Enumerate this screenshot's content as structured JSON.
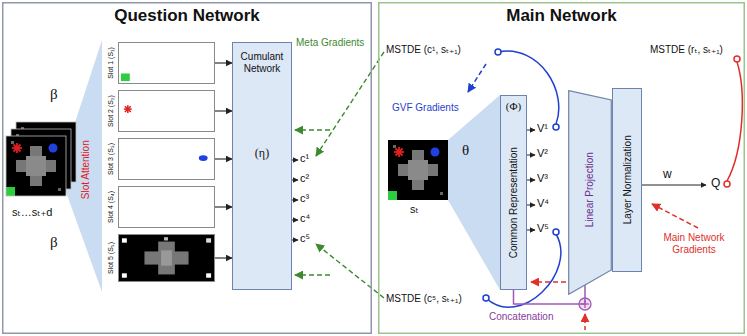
{
  "diagram": {
    "nodes": [
      {
        "text": [
          "Question Network"
        ]
      },
      {
        "text": [
          "Slot 1 (S₁)"
        ],
        "in": 0
      },
      {
        "text": [
          "Slot 2 (S₂)"
        ],
        "in": 0
      },
      {
        "text": [
          "Slot 3 (S₃)"
        ],
        "in": 0
      },
      {
        "text": [
          "Slot 4 (S₄)"
        ],
        "in": 0
      },
      {
        "text": [
          "Slot 5 (S₅)"
        ],
        "in": 0
      },
      {
        "text": [
          "Cumulant Network",
          "(η)"
        ],
        "in": 0
      },
      {
        "text": [
          "Main Network"
        ]
      },
      {
        "text": [
          "(Φ)",
          "Common Representation"
        ],
        "in": 7
      },
      {
        "text": [
          "Linear Projection"
        ],
        "in": 7
      },
      {
        "text": [
          "Layer Normalization"
        ],
        "in": 7
      }
    ],
    "edges": [
      {
        "from": 1,
        "to": 6,
        "arrow": "to"
      },
      {
        "from": 2,
        "to": 6,
        "arrow": "to"
      },
      {
        "from": 3,
        "to": 6,
        "arrow": "to"
      },
      {
        "from": 4,
        "to": 6,
        "arrow": "to"
      },
      {
        "from": 5,
        "to": 6,
        "arrow": "to"
      },
      {
        "from": 8,
        "to": 9,
        "label": "Concatenation",
        "arrow": "none"
      }
    ],
    "labels": [
      "β",
      "Slot Attention",
      "β",
      "sₜ…sₜ₊d",
      "Meta Gradients",
      "c¹",
      "c²",
      "c³",
      "c⁴",
      "c⁵",
      "MSTDE (c¹, sₜ₊₁)",
      "GVF Gradients",
      "θ",
      "sₜ",
      "V¹",
      "V²",
      "V³",
      "V⁴",
      "V⁵",
      "w",
      "Q",
      "MSTDE (rₜ, sₜ₊₁)",
      "Main Network Gradients",
      "MSTDE (c⁵, sₜ₊₁)"
    ]
  }
}
